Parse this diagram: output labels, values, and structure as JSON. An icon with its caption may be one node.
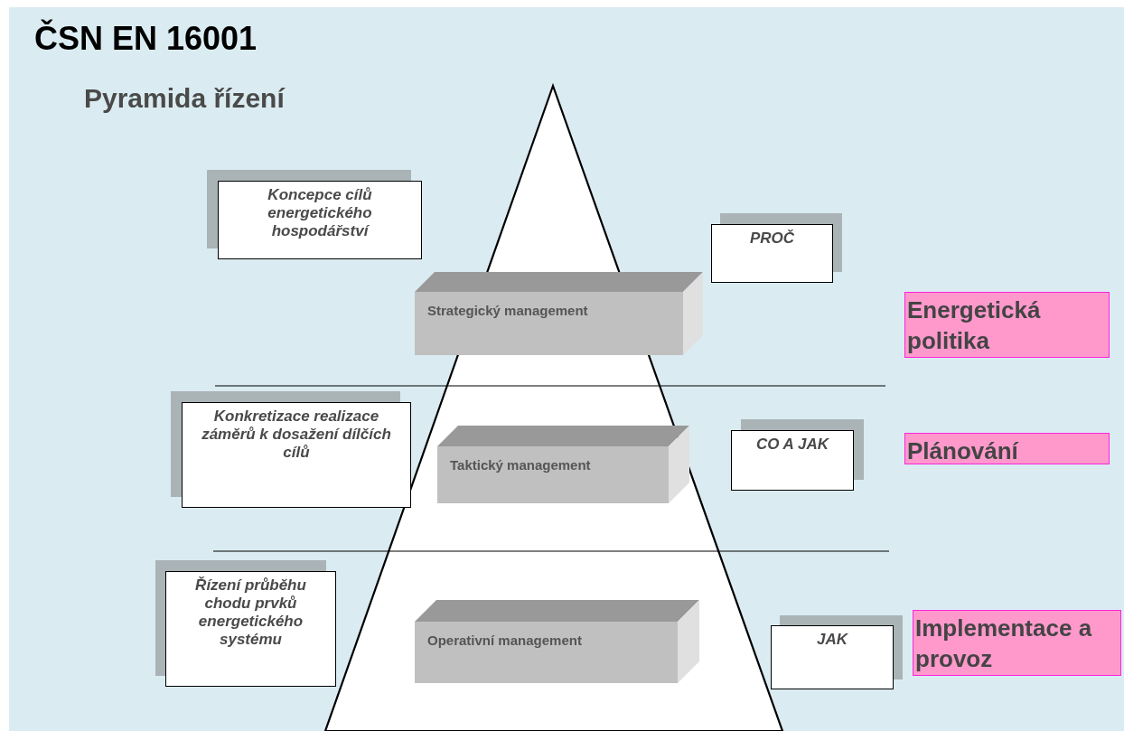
{
  "diagram": {
    "title": "ČSN EN 16001",
    "nodes": [
      {
        "text": [
          "Koncepce cílů energetického hospodářství"
        ]
      },
      {
        "text": [
          "PROČ"
        ]
      },
      {
        "text": [
          "Strategický management"
        ]
      },
      {
        "text": [
          "Energetická politika"
        ]
      },
      {
        "text": [
          "Konkretizace realizace záměrů k dosažení dílčích cílů"
        ]
      },
      {
        "text": [
          "Taktický management"
        ]
      },
      {
        "text": [
          "CO A JAK"
        ]
      },
      {
        "text": [
          "Plánování"
        ]
      },
      {
        "text": [
          "Řízení průběhu chodu prvků energetického systému"
        ]
      },
      {
        "text": [
          "Operativní management"
        ]
      },
      {
        "text": [
          "JAK"
        ]
      },
      {
        "text": [
          "Implementace a provoz"
        ]
      }
    ],
    "labels": [
      "Pyramida řízení"
    ]
  }
}
